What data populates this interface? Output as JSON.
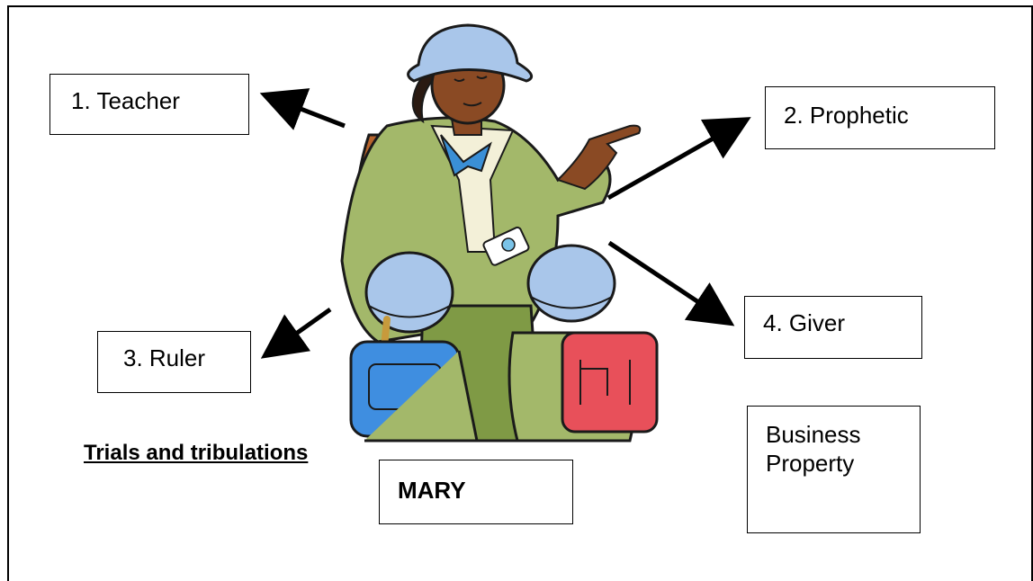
{
  "boxes": {
    "teacher": "1.  Teacher",
    "prophetic": "2.  Prophetic",
    "ruler": "3.  Ruler",
    "giver": "4.  Giver",
    "mary": "MARY",
    "business_line1": "Business",
    "business_line2": "Property"
  },
  "caption": "Trials and tribulations",
  "clipart": {
    "subject": "teacher guiding two children with backpacks",
    "colors": {
      "jacket": "#a3b86a",
      "hat": "#a9c6ea",
      "skin": "#8a4a24",
      "scarf": "#3a8fd6",
      "backpack_left": "#3f8ee0",
      "backpack_right": "#e8505a",
      "outline": "#1a1a1a"
    }
  }
}
